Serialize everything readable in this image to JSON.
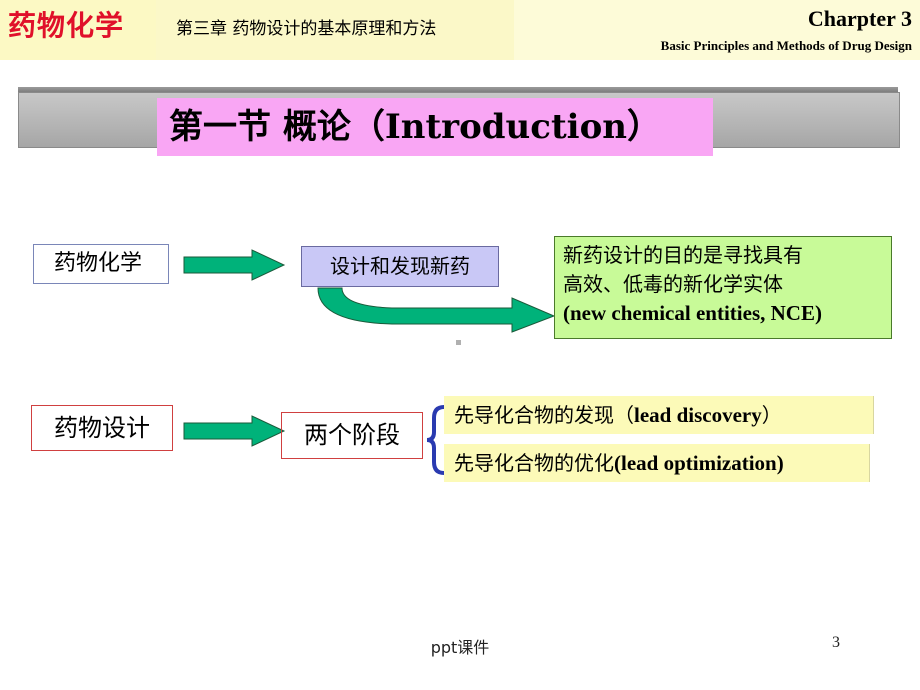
{
  "header": {
    "course_title": "药物化学",
    "chapter_cn": "第三章  药物设计的基本原理和方法",
    "chapter_en": "Charpter 3",
    "chapter_subtitle": "Basic Principles and Methods of Drug Design"
  },
  "section": {
    "title": "第一节  概论（Introduction）"
  },
  "flow1": {
    "source": "药物化学",
    "target": "设计和发现新药",
    "goal_line1": "新药设计的目的是寻找具有",
    "goal_line2": "高效、低毒的新化学实体",
    "goal_line3": "(new chemical entities, NCE)"
  },
  "flow2": {
    "source": "药物设计",
    "stages": "两个阶段",
    "stage1_cn": "先导化合物的发现（",
    "stage1_en": "lead discovery",
    "stage1_end": "）",
    "stage2_cn": "先导化合物的优化",
    "stage2_en": "(lead optimization)"
  },
  "footer": {
    "text": "ppt课件",
    "page_number": "3"
  },
  "colors": {
    "title_red": "#e0102a",
    "arrow_green": "#00b27a",
    "goal_green": "#c8fa98",
    "section_pink": "#f9a6f4",
    "stage_yellow": "#fcfab8",
    "target_lavender": "#c9c8f6",
    "brace_blue": "#2a3ab0"
  }
}
